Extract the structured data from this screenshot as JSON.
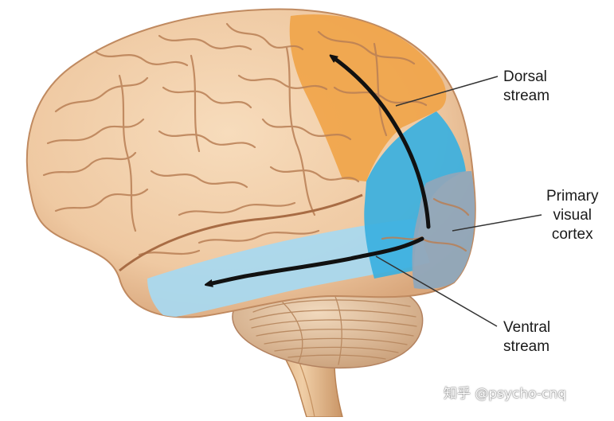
{
  "labels": {
    "dorsal": [
      "Dorsal",
      "stream"
    ],
    "primary": [
      "Primary",
      "visual",
      "cortex"
    ],
    "ventral": [
      "Ventral",
      "stream"
    ]
  },
  "watermark": "知乎 @psycho-cnq",
  "colors": {
    "brain": "#efc9a2",
    "brain_shadow": "#c98f63",
    "sulci": "#b97f55",
    "dorsal_region": "#f0a54a",
    "ventral_region": "#a9d8ee",
    "ventral_deep": "#39b0e0",
    "primary_visual_region": "#8fa6bb",
    "cerebellum": "#e7c9a8",
    "stem": "#e4bb8e",
    "arrow": "#111111",
    "leader_line": "#333333"
  },
  "icons": {
    "dorsal_arrow": "curved-arrow-up",
    "ventral_arrow": "curved-arrow-left"
  }
}
